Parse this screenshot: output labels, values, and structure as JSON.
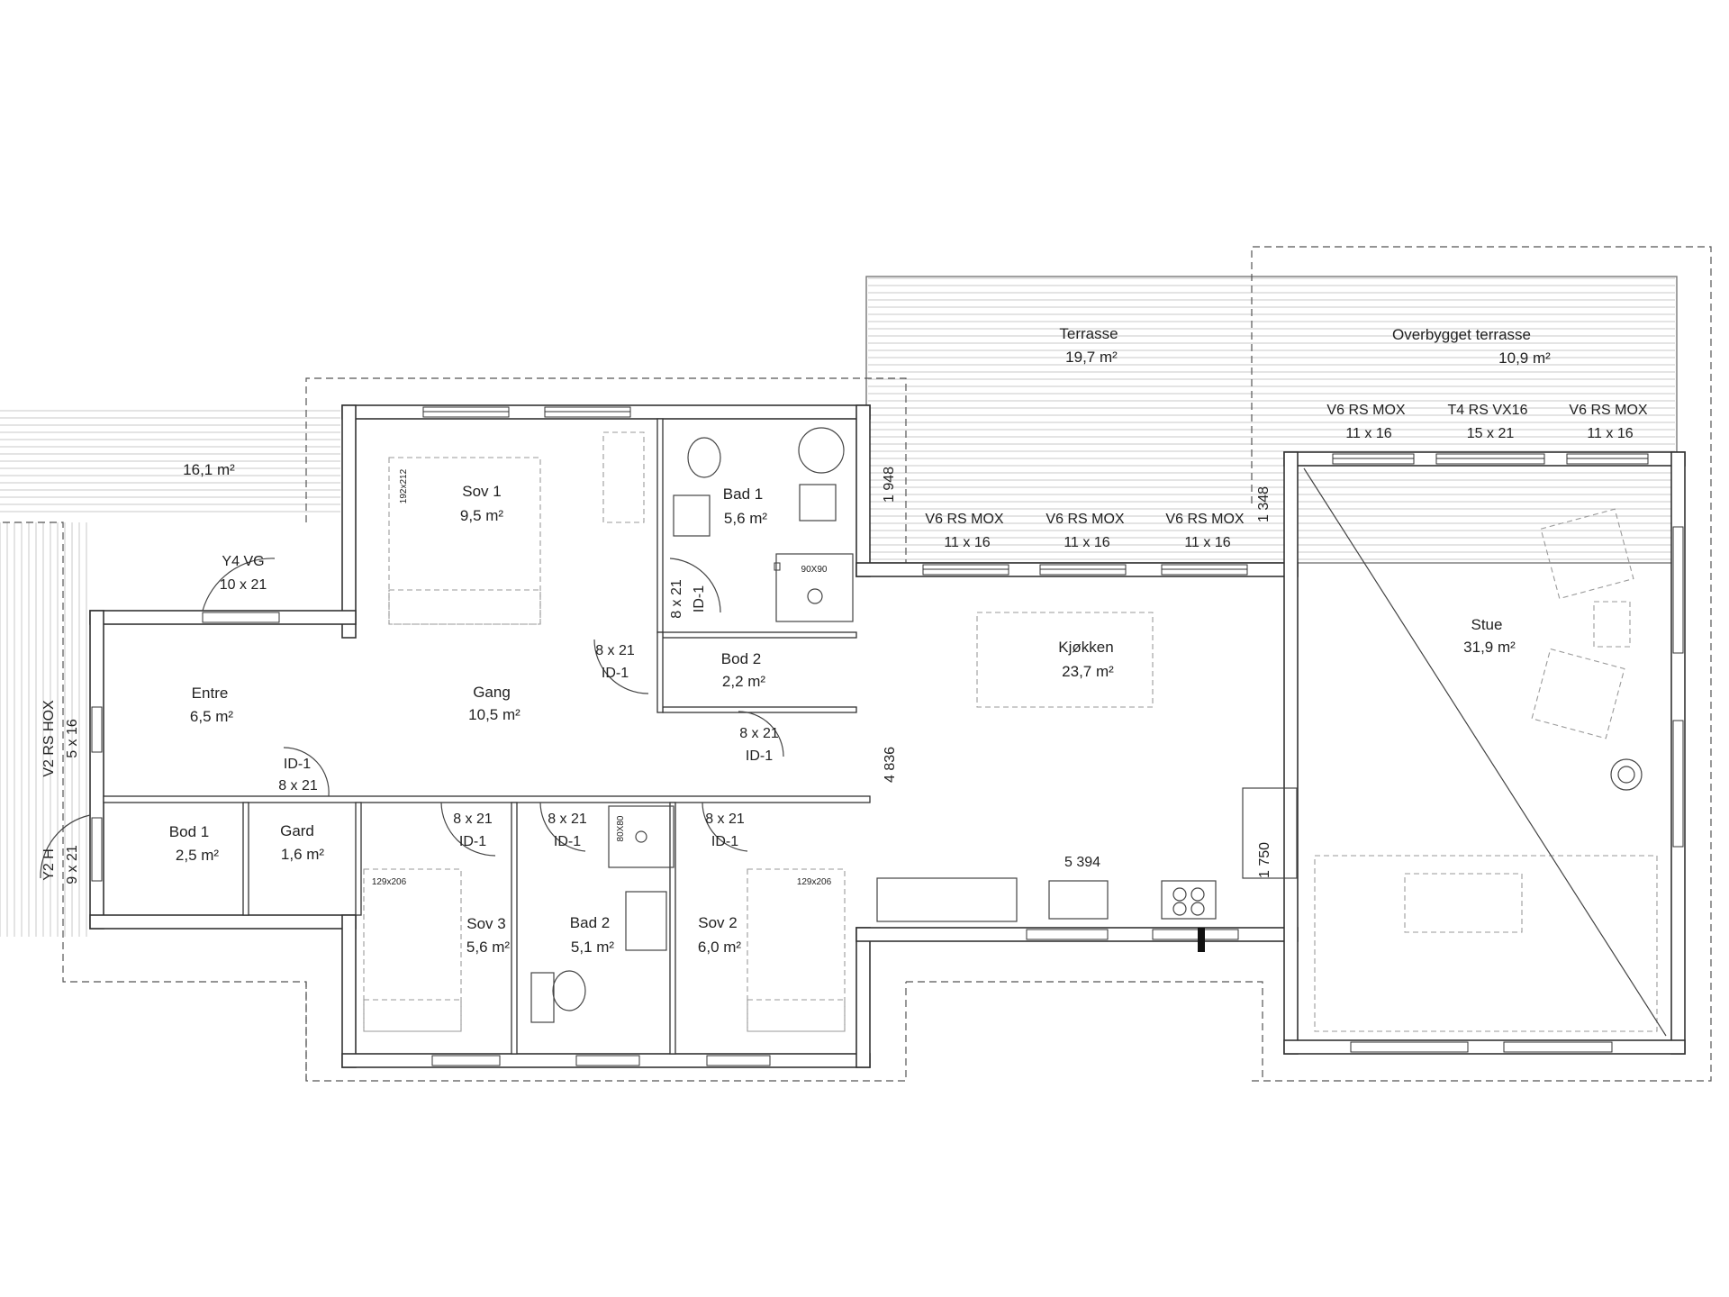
{
  "rooms": {
    "sov1": {
      "name": "Sov 1",
      "area": "9,5 m²"
    },
    "bad1": {
      "name": "Bad 1",
      "area": "5,6 m²"
    },
    "bod2": {
      "name": "Bod 2",
      "area": "2,2 m²"
    },
    "entre": {
      "name": "Entre",
      "area": "6,5 m²"
    },
    "gang": {
      "name": "Gang",
      "area": "10,5 m²"
    },
    "bod1": {
      "name": "Bod 1",
      "area": "2,5 m²"
    },
    "gard": {
      "name": "Gard",
      "area": "1,6 m²"
    },
    "sov3": {
      "name": "Sov 3",
      "area": "5,6 m²"
    },
    "bad2": {
      "name": "Bad 2",
      "area": "5,1 m²"
    },
    "sov2": {
      "name": "Sov 2",
      "area": "6,0 m²"
    },
    "kjokken": {
      "name": "Kjøkken",
      "area": "23,7 m²"
    },
    "stue": {
      "name": "Stue",
      "area": "31,9 m²"
    },
    "terrasse": {
      "name": "Terrasse",
      "area": "19,7 m²"
    },
    "overbygget": {
      "name": "Overbygget terrasse",
      "area": "10,9 m²"
    },
    "west_deck": {
      "area": "16,1 m²"
    }
  },
  "openings": {
    "y4vg": {
      "type": "Y4 VG",
      "size": "10 x 21"
    },
    "v2": {
      "type": "V2 RS HOX",
      "size": "5 x 16"
    },
    "y2": {
      "type": "Y2 H",
      "size": "9 x 21"
    },
    "kitchen_windows": [
      {
        "type": "V6 RS MOX",
        "size": "11 x 16"
      },
      {
        "type": "V6 RS MOX",
        "size": "11 x 16"
      },
      {
        "type": "V6 RS MOX",
        "size": "11 x 16"
      }
    ],
    "stue_left": {
      "type": "V6 RS MOX",
      "size": "11 x 16"
    },
    "stue_mid": {
      "type": "T4 RS VX16",
      "size": "15 x 21"
    },
    "stue_right": {
      "type": "V6 RS MOX",
      "size": "11 x 16"
    },
    "interior_door": {
      "size": "8 x 21",
      "type": "ID-1"
    }
  },
  "dimensions": {
    "d1948": "1 948",
    "d1348": "1 348",
    "d4836": "4 836",
    "d1750": "1 750",
    "d5394": "5 394"
  },
  "fixtures": {
    "bed_sov1": "192x212",
    "bed_sov3": "129x206",
    "bed_sov2": "129x206",
    "shower_bad1": "90X90",
    "shower_bad2": "80X80"
  }
}
